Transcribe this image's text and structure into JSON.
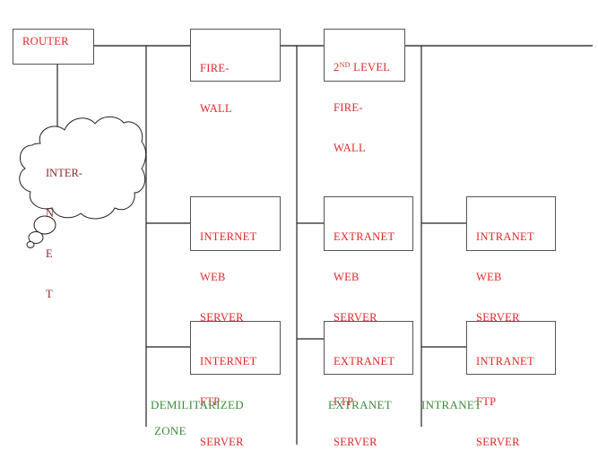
{
  "diagram": {
    "title_colors": {
      "node_text": "#e02828",
      "zone_text": "#3d8b3d",
      "cloud_text": "#8b2a2a",
      "lines": "#555555"
    },
    "cloud": {
      "label_lines": [
        "INTER-",
        "N",
        "E",
        "T"
      ]
    },
    "nodes": {
      "router": {
        "label": "ROUTER"
      },
      "firewall": {
        "label_lines": [
          "FIRE-",
          "WALL"
        ]
      },
      "second_firewall": {
        "label_prefix": "2",
        "label_sup": "ND",
        "label_suffix": " LEVEL",
        "label_lines": [
          "FIRE-",
          "WALL"
        ]
      },
      "internet_web": {
        "label_lines": [
          "INTERNET",
          "WEB",
          "SERVER"
        ]
      },
      "internet_ftp": {
        "label_lines": [
          "INTERNET",
          "FTP",
          "SERVER"
        ]
      },
      "extranet_web": {
        "label_lines": [
          "EXTRANET",
          "WEB",
          "SERVER"
        ]
      },
      "extranet_ftp": {
        "label_lines": [
          "EXTRANET",
          "FTP",
          "SERVER"
        ]
      },
      "intranet_web": {
        "label_lines": [
          "INTRANET",
          "WEB",
          "SERVER"
        ]
      },
      "intranet_ftp": {
        "label_lines": [
          "INTRANET",
          "FTP",
          "SERVER"
        ]
      }
    },
    "zones": {
      "dmz_line1": "DEMILITARIZED",
      "dmz_line2": "ZONE",
      "extranet": "EXTRANET",
      "intranet": "INTRANET"
    }
  }
}
